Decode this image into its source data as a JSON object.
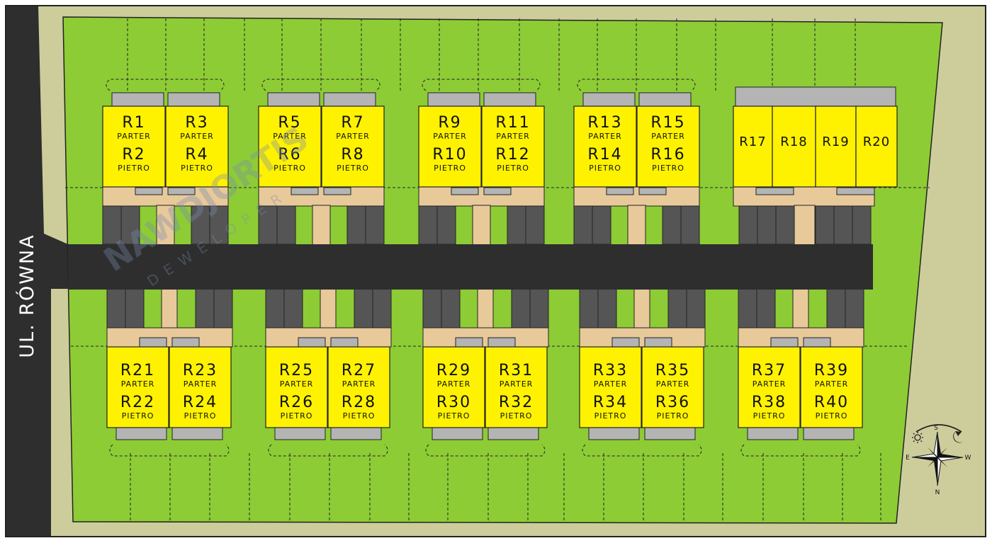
{
  "street": {
    "name": "UL. RÓWNA"
  },
  "watermark": {
    "brand": "NAWDJORTIS",
    "sub": "DEWELOPER"
  },
  "floors": {
    "ground": "PARTER",
    "upper": "PIETRO"
  },
  "buildings_top": [
    {
      "units": [
        {
          "ground": "R1",
          "upper": "R2"
        },
        {
          "ground": "R3",
          "upper": "R4"
        }
      ]
    },
    {
      "units": [
        {
          "ground": "R5",
          "upper": "R6"
        },
        {
          "ground": "R7",
          "upper": "R8"
        }
      ]
    },
    {
      "units": [
        {
          "ground": "R9",
          "upper": "R10"
        },
        {
          "ground": "R11",
          "upper": "R12"
        }
      ]
    },
    {
      "units": [
        {
          "ground": "R13",
          "upper": "R14"
        },
        {
          "ground": "R15",
          "upper": "R16"
        }
      ]
    }
  ],
  "terrace_top": {
    "units": [
      "R17",
      "R18",
      "R19",
      "R20"
    ]
  },
  "buildings_bottom": [
    {
      "units": [
        {
          "ground": "R21",
          "upper": "R22"
        },
        {
          "ground": "R23",
          "upper": "R24"
        }
      ]
    },
    {
      "units": [
        {
          "ground": "R25",
          "upper": "R26"
        },
        {
          "ground": "R27",
          "upper": "R28"
        }
      ]
    },
    {
      "units": [
        {
          "ground": "R29",
          "upper": "R30"
        },
        {
          "ground": "R31",
          "upper": "R32"
        }
      ]
    },
    {
      "units": [
        {
          "ground": "R33",
          "upper": "R34"
        },
        {
          "ground": "R35",
          "upper": "R36"
        }
      ]
    },
    {
      "units": [
        {
          "ground": "R37",
          "upper": "R38"
        },
        {
          "ground": "R39",
          "upper": "R40"
        }
      ]
    }
  ],
  "compass": {
    "n": "N",
    "s": "S",
    "e": "E",
    "w": "W",
    "sun_icon": "sun-icon",
    "moon_icon": "moon-icon"
  },
  "colors": {
    "grass": "#8dcc35",
    "surround": "#cdcd9c",
    "road": "#2e2e2e",
    "building": "#fff200",
    "path": "#e8c99a",
    "parking": "#555555",
    "roof": "#b4b4b4"
  }
}
